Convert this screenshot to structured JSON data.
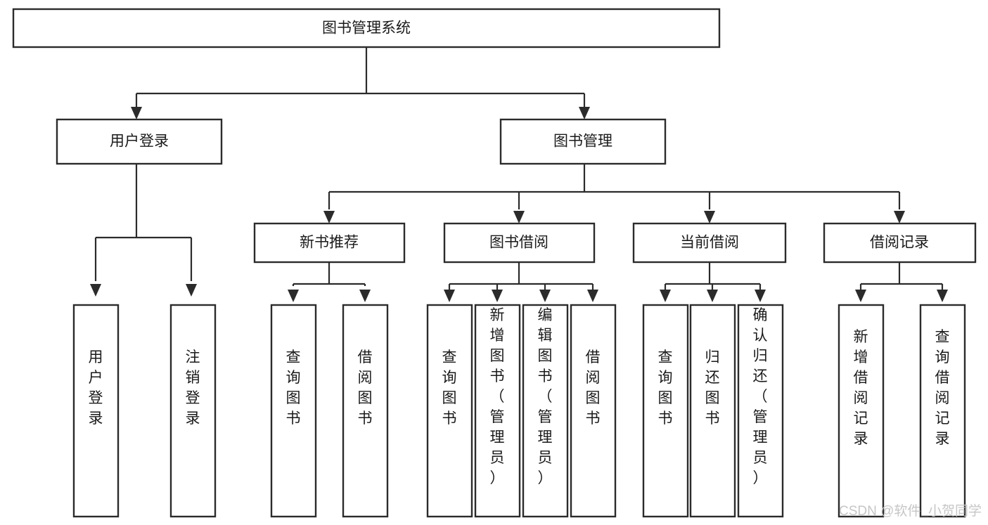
{
  "diagram": {
    "title": "图书管理系统",
    "type": "tree-hierarchy-chart",
    "root": {
      "label": "图书管理系统"
    },
    "level2": [
      {
        "label": "用户登录"
      },
      {
        "label": "图书管理"
      }
    ],
    "level3": [
      {
        "label": "新书推荐"
      },
      {
        "label": "图书借阅"
      },
      {
        "label": "当前借阅"
      },
      {
        "label": "借阅记录"
      }
    ],
    "leaves": {
      "user_login": [
        {
          "label": "用户登录"
        },
        {
          "label": "注销登录"
        }
      ],
      "new_book_recommend": [
        {
          "label": "查询图书"
        },
        {
          "label": "借阅图书"
        }
      ],
      "book_borrow": [
        {
          "label": "查询图书"
        },
        {
          "label": "新增图书（管理员）"
        },
        {
          "label": "编辑图书（管理员）"
        },
        {
          "label": "借阅图书"
        }
      ],
      "current_borrow": [
        {
          "label": "查询图书"
        },
        {
          "label": "归还图书"
        },
        {
          "label": "确认归还（管理员）"
        }
      ],
      "borrow_record": [
        {
          "label": "新增借阅记录"
        },
        {
          "label": "查询借阅记录"
        }
      ]
    },
    "watermark": "CSDN @软件_小贺同学",
    "colors": {
      "stroke": "#2b2b2b",
      "fill": "#ffffff",
      "text": "#1a1a1a",
      "watermark": "#c6c6c6"
    }
  }
}
